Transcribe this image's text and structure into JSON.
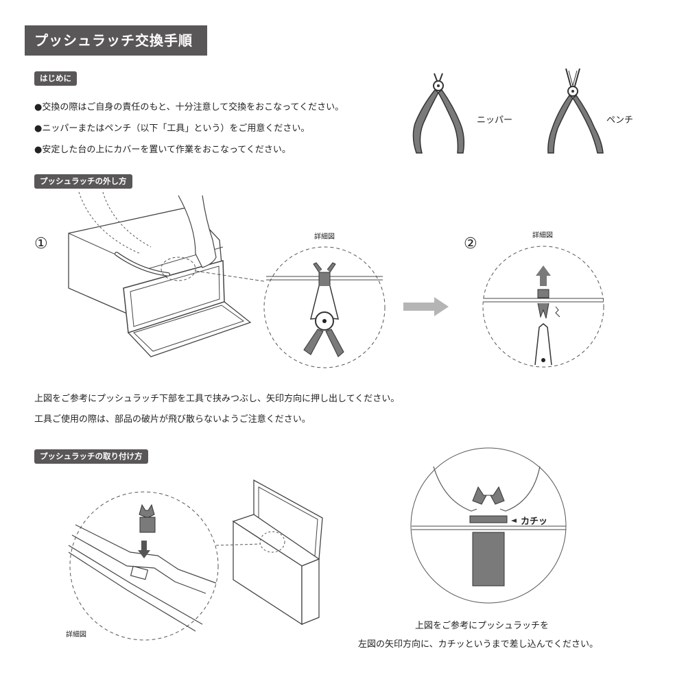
{
  "title": "プッシュラッチ交換手順",
  "intro": {
    "tag": "はじめに",
    "bullets": [
      "●交換の際はご自身の責任のもと、十分注意して交換をおこなってください。",
      "●ニッパーまたはペンチ（以下「工具」という）をご用意ください。",
      "●安定した台の上にカバーを置いて作業をおこなってください。"
    ]
  },
  "tools": {
    "nipper_label": "ニッパー",
    "pliers_label": "ペンチ"
  },
  "removal": {
    "tag": "プッシュラッチの外し方",
    "step1": "①",
    "step2": "②",
    "detail1": "詳細図",
    "detail2": "詳細図",
    "text1": "上図をご参考にプッシュラッチ下部を工具で挟みつぶし、矢印方向に押し出してください。",
    "text2": "工具ご使用の際は、部品の破片が飛び散らないようご注意ください。"
  },
  "install": {
    "tag": "プッシュラッチの取り付け方",
    "detail": "詳細図",
    "click": "カチッ",
    "text1": "上図をご参考にプッシュラッチを",
    "text2": "左図の矢印方向に、カチッというまで差し込んでください。"
  }
}
